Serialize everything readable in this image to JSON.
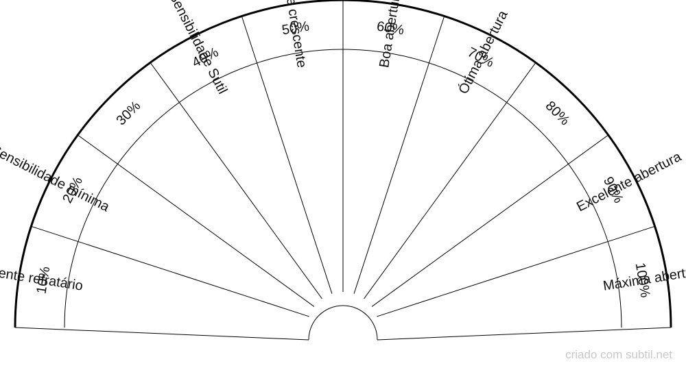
{
  "sectors": [
    {
      "percent": "10%",
      "label": "Totalmente refratário"
    },
    {
      "percent": "20%",
      "label": "Sensibilidade mínima"
    },
    {
      "percent": "30%",
      "label": ""
    },
    {
      "percent": "40%",
      "label": "Sensibilidade Sutil"
    },
    {
      "percent": "50%",
      "label": "Sensibilidade crescente"
    },
    {
      "percent": "60%",
      "label": "Boa abertura"
    },
    {
      "percent": "70%",
      "label": "Ótima abertura"
    },
    {
      "percent": "80%",
      "label": ""
    },
    {
      "percent": "90%",
      "label": "Excelente abertura"
    },
    {
      "percent": "100%",
      "label": "Máxima abertura"
    }
  ],
  "credit": "criado com subtil.net",
  "colors": {
    "stroke": "#000000",
    "text": "#111111",
    "background": "#ffffff",
    "credit": "#c8c8c8"
  }
}
